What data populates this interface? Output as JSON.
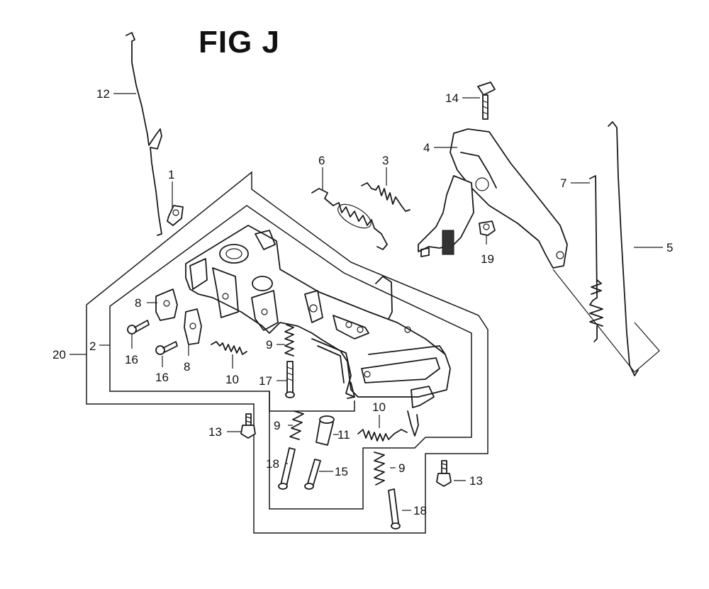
{
  "figure": {
    "title": "FIG J"
  },
  "callouts": [
    {
      "id": "c1",
      "text": "1"
    },
    {
      "id": "c2",
      "text": "2"
    },
    {
      "id": "c3",
      "text": "3"
    },
    {
      "id": "c4",
      "text": "4"
    },
    {
      "id": "c5",
      "text": "5"
    },
    {
      "id": "c6",
      "text": "6"
    },
    {
      "id": "c7",
      "text": "7"
    },
    {
      "id": "c8a",
      "text": "8"
    },
    {
      "id": "c8b",
      "text": "8"
    },
    {
      "id": "c9a",
      "text": "9"
    },
    {
      "id": "c9b",
      "text": "9"
    },
    {
      "id": "c9c",
      "text": "9"
    },
    {
      "id": "c10a",
      "text": "10"
    },
    {
      "id": "c10b",
      "text": "10"
    },
    {
      "id": "c11",
      "text": "11"
    },
    {
      "id": "c12",
      "text": "12"
    },
    {
      "id": "c13a",
      "text": "13"
    },
    {
      "id": "c13b",
      "text": "13"
    },
    {
      "id": "c14",
      "text": "14"
    },
    {
      "id": "c15",
      "text": "15"
    },
    {
      "id": "c16a",
      "text": "16"
    },
    {
      "id": "c16b",
      "text": "16"
    },
    {
      "id": "c17",
      "text": "17"
    },
    {
      "id": "c18a",
      "text": "18"
    },
    {
      "id": "c18b",
      "text": "18"
    },
    {
      "id": "c19",
      "text": "19"
    },
    {
      "id": "c20",
      "text": "20"
    }
  ]
}
